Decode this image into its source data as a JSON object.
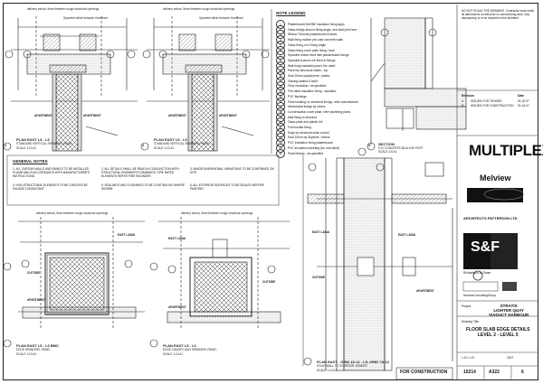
{
  "drawings": {
    "d1": {
      "num": "1",
      "sheet": "A321",
      "title": "PLAN EAST L5 - L6",
      "sub": "STANDARD VERTICAL SPANDREL PANEL",
      "scale": "SCALE 1:10 A1",
      "top_note": "delivery setout, 5mm between rough structural openings",
      "note2": "Spandrel offset between floor level",
      "tag": "APARTMENT"
    },
    "d2": {
      "num": "2",
      "sheet": "A321",
      "title": "PLAN EAST L5 - L6",
      "sub": "STANDARD VERTICAL SPANDREL PANEL",
      "scale": "SCALE 1:10 A1",
      "top_note": "delivery setout, 5mm between rough structural openings",
      "note2": "Spandrel offset between floor level",
      "tag": "APARTMENT"
    },
    "d3": {
      "num": "3",
      "sheet": "A321",
      "title": "SECTION",
      "sub": "PJC CONCRETE MULLION POST",
      "scale": "SCALE 1:5 A1"
    },
    "d4": {
      "num": "4",
      "sheet": "A321",
      "title": "PLAN EAST L5 - L6 BMC",
      "sub": "EDGE SPANDREL PANEL",
      "scale": "SCALE 1:10 A1",
      "top_note": "delivery setout, 5mm between rough structural openings",
      "tag1": "EAST LANAI",
      "tag2": "OUTSIDE",
      "tag3": "APARTMENT"
    },
    "d5": {
      "num": "5",
      "sheet": "A321",
      "title": "PLAN EAST L5 - L6",
      "sub": "EDGE CANOPY AND SPANDREL PANEL",
      "scale": "SCALE 1:10 A1",
      "top_note": "delivery setout, 5mm between rough structural openings",
      "tag1": "EAST LANAI",
      "tag2": "OUTSIDE",
      "tag3": "APARTMENT"
    },
    "d6": {
      "num": "6",
      "sheet": "A321",
      "title": "PLAN EAST - GRID 15-12 - L5, GRID 7A-12",
      "sub": "SOLID WALL TO EXTERIOR JOINERY",
      "scale": "SCALE 1:10 A1",
      "tag1": "EAST LANAI",
      "tag2": "OUTSIDE",
      "tag3": "APARTMENT"
    }
  },
  "legend": {
    "title": "NOTE LEGEND",
    "items": [
      "Plasterboard DAHBE Insulation fixing apps",
      "Glass fixings around fixing angle, and seal joint here",
      "Ribbon Thermal plasterboard fixtures",
      "Wall fixing mullion pre-cast concrete walls",
      "Glass fixing on 4 fixing angle",
      "Glass fixing cover plate fixing / seal",
      "Spandrel ribbon fixed with plasterboard fixings",
      "Spandrel board to be fixed to fixings",
      "Wall body insulated panel, fire rated",
      "Panel by structural cleats - top",
      "Seal 20mm polystyrene / plastic",
      "Glazing sealed & fixed",
      "Floor insulation / as specified",
      "Fire rated insulation fixing - standard",
      "PVC flashings",
      "Panel sealing: to structural fixings, refer manufacturer",
      "Mechanical fixings by others",
      "Condensation cover plate, refer plumbing plans",
      "Wall fixing to structure",
      "Glass plate and plastic foil",
      "Foil bonded fixing",
      "Edge by structural solar control",
      "Seal 10mm by Skydiver / others",
      "PVC Insulation fixing plasterboard",
      "PVC insulation sheeting (for roof rated)",
      "Panel fixings - as specified"
    ]
  },
  "general_notes": {
    "title": "GENERAL NOTES",
    "items": [
      "ALL CURTAIN WALLS AND PANELS TO BE INSTALLED PLUMB AND IN ACCORDANCE WITH MANUFACTURER'S INSTRUCTIONS.",
      "ALL DETAILS SHALL BE READ IN CONJUNCTION WITH STRUCTURAL ENGINEER'S DRAWINGS. FIRE RATED ELEMENTS REFER FIRE ENGINEER.",
      "MINOR DIMENSIONAL VARIATIONS TO BE CONFIRMED ON SITE.",
      "NON-STRUCTURAL ELEMENTS TO BE CHECKED BY FACADE CONSULTANT.",
      "SEALANTS AND FLASHINGS TO BE CONTINUOUS WHERE SHOWN.",
      "ALL EXTERIOR SURFACES TO BE SEALED BEFORE PAINTING."
    ]
  },
  "top_right": {
    "note": "DO NOT SCALE THE DRAWING. Contractor must verify all dimensions on site prior to commencing work. Any discrepancy is to be reported to the architect.",
    "revisions": [
      {
        "rev": "A",
        "desc": "ISSUED FOR TENDER",
        "date": "01.02.07"
      },
      {
        "rev": "B",
        "desc": "ISSUED FOR CONSTRUCTION",
        "date": "01.04.07"
      }
    ],
    "col_rev": "Revision",
    "col_date": "Date"
  },
  "title_block": {
    "contractor": "MULTIPLEX",
    "developer": "Melview",
    "architect": "ARCHITECTS PATTERSON LTD",
    "consultant_logo": "S&F",
    "consultant": "Richardson & Chase",
    "group": "NuiressConsultingGroup",
    "project_label": "Project",
    "project": "STRATIS\nLIGHTER QUAY\nVIADUCT HARBOUR",
    "drawing_label": "Drawing Title",
    "drawing_title": "FLOOR SLAB EDGE DETAILS\nLEVEL 2 - LEVEL 5",
    "scale": "1:10 / 1:5",
    "date": "2007",
    "job_no": "10214",
    "sheet_no": "A322",
    "rev": "6",
    "status": "FOR CONSTRUCTION"
  }
}
